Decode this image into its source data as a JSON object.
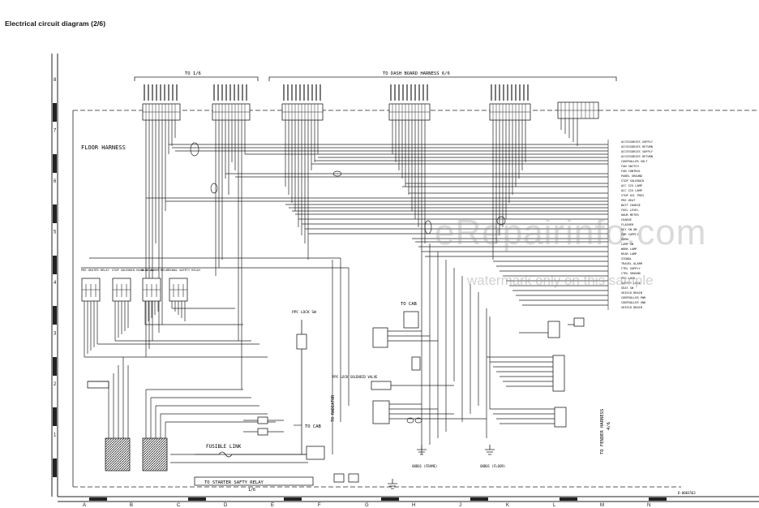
{
  "page_title": "Electrical circuit diagram (2/6)",
  "labels": {
    "to_1_6": "TO 1/6",
    "to_dash": "TO DASH BOARD HARNESS 6/6",
    "floor_harness": "FLOOR HARNESS",
    "to_cab_top": "TO CAB",
    "to_cab_bottom": "TO CAB",
    "fusible_link": "FUSIBLE LINK",
    "to_starter": "TO STARTER SAFTY RELAY",
    "to_starter_page": "1/6",
    "to_fender": "TO FENDER HARNESS",
    "to_fender_page": "4/6",
    "to_radiator": "TO RADIATOR",
    "ppc_lock_sw": "PPC LOCK SW",
    "ppc_lock_sol": "PPC LOCK SOLENOID VALVE",
    "gnd_frame": "GND01 (FRAME)",
    "gnd_floor": "GND01 (FLOOR)",
    "drawing_no": "D-0003563"
  },
  "relays": [
    "PRE HEATER RELAY",
    "STOP SOLENOID HOLD RELAY",
    "BUZZ ALARM RELAY",
    "SIGNAL SAFETY RELAY"
  ],
  "wire_labels": [
    "ACCESSORIES SUPPLY",
    "ACCESSORIES RETURN",
    "ACCESSORIES SUPPLY",
    "ACCESSORIES RETURN",
    "CONTROLLER VOLT",
    "FAN SWITCH",
    "FAN CONTROL",
    "PANEL GROUND",
    "STOP SOLENOID",
    "ACC SIG LAMP",
    "ACC SIG LAMP",
    "STOP OIL PRES",
    "PRE HEAT",
    "BATT CHARGE",
    "FUEL LEVEL",
    "HOUR METER",
    "CHARGE",
    "FLASHER",
    "KEY SW ON",
    "PWR SUPPLY",
    "HORN",
    "LAMP SW",
    "WORK LAMP",
    "REAR LAMP",
    "SIGNAL",
    "TRAVEL ALARM",
    "CTRL SUPPLY",
    "CTRL GROUND",
    "PPC LOCK",
    "SAFETY LOCK",
    "SEAT SW",
    "SHIELD DRAIN",
    "CONTROLLER PWR",
    "CONTROLLER GND",
    "SHIELD DRAIN"
  ],
  "watermark": {
    "main": "eRepairinfo.com",
    "sub": "watermark only on this sample"
  },
  "grid": {
    "rows": [
      "8",
      "7",
      "6",
      "5",
      "4",
      "3",
      "2",
      "1"
    ],
    "cols": [
      "A",
      "B",
      "C",
      "D",
      "E",
      "F",
      "G",
      "H",
      "J",
      "K",
      "L",
      "M",
      "N"
    ]
  }
}
